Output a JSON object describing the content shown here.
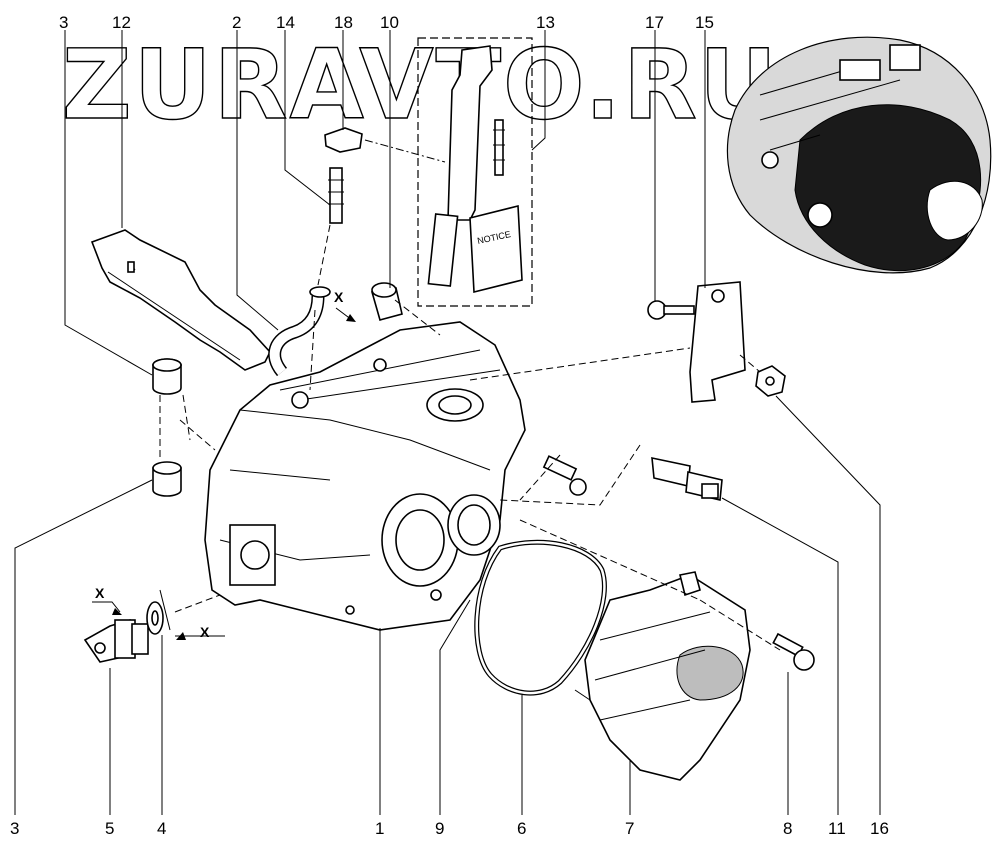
{
  "watermark": "ZURAVTO.RU",
  "notice_text": "NOTICE",
  "x_marker": "X",
  "callouts_top": {
    "c3": "3",
    "c12": "12",
    "c2": "2",
    "c14": "14",
    "c18": "18",
    "c10": "10",
    "c13": "13",
    "c17": "17",
    "c15": "15"
  },
  "callouts_bottom": {
    "c3": "3",
    "c5": "5",
    "c4": "4",
    "c1": "1",
    "c9": "9",
    "c6": "6",
    "c7": "7",
    "c8": "8",
    "c11": "11",
    "c16": "16"
  }
}
